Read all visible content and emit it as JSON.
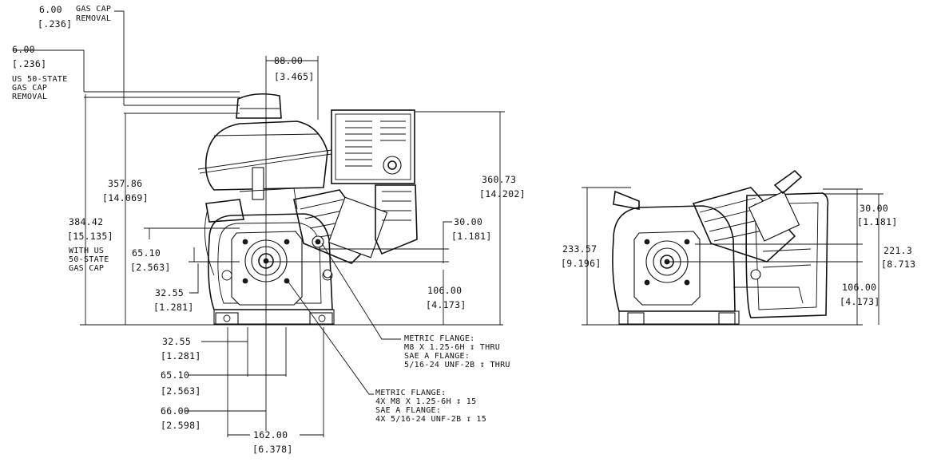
{
  "front_view": {
    "dims": {
      "gas_cap_removal_mm": "6.00",
      "gas_cap_removal_in": "[.236]",
      "gas_cap_removal_text_1": "GAS CAP",
      "gas_cap_removal_text_2": "REMOVAL",
      "us_cap_removal_mm": "6.00",
      "us_cap_removal_in": "[.236]",
      "us_cap_removal_text": [
        "US 50-STATE",
        "GAS CAP",
        "REMOVAL"
      ],
      "top_offset_mm": "88.00",
      "top_offset_in": "[3.465]",
      "height_cap_mm": "357.86",
      "height_cap_in": "[14.069]",
      "overall_height_mm": "384.42",
      "overall_height_in": "[15.135]",
      "overall_height_text": [
        "WITH US",
        "50-STATE",
        "GAS CAP"
      ],
      "height_right_mm": "360.73",
      "height_right_in": "[14.202]",
      "flange_v_mm": "65.10",
      "flange_v_in": "[2.563]",
      "flange_v_half_mm": "32.55",
      "flange_v_half_in": "[1.281]",
      "shaft_offset_mm": "30.00",
      "shaft_offset_in": "[1.181]",
      "shaft_height_mm": "106.00",
      "shaft_height_in": "[4.173]",
      "base_h1_mm": "32.55",
      "base_h1_in": "[1.281]",
      "base_h2_mm": "65.10",
      "base_h2_in": "[2.563]",
      "base_h3_mm": "66.00",
      "base_h3_in": "[2.598]",
      "base_width_mm": "162.00",
      "base_width_in": "[6.378]"
    },
    "notes": {
      "thru_flange": [
        "METRIC FLANGE:",
        "M8 X 1.25-6H ↧ THRU",
        "SAE A FLANGE:",
        "5/16-24 UNF-2B ↧ THRU"
      ],
      "pattern_flange": [
        "METRIC FLANGE:",
        "4X M8 X 1.25-6H ↧ 15",
        "SAE A FLANGE:",
        "4X 5/16-24 UNF-2B ↧ 15"
      ]
    }
  },
  "side_view": {
    "dims": {
      "height_mm": "233.57",
      "height_in": "[9.196]",
      "offset_mm": "30.00",
      "offset_in": "[1.181]",
      "height_right_mm": "221.3",
      "height_right_in": "[8.713",
      "shaft_height_mm": "106.00",
      "shaft_height_in": "[4.173]"
    }
  }
}
